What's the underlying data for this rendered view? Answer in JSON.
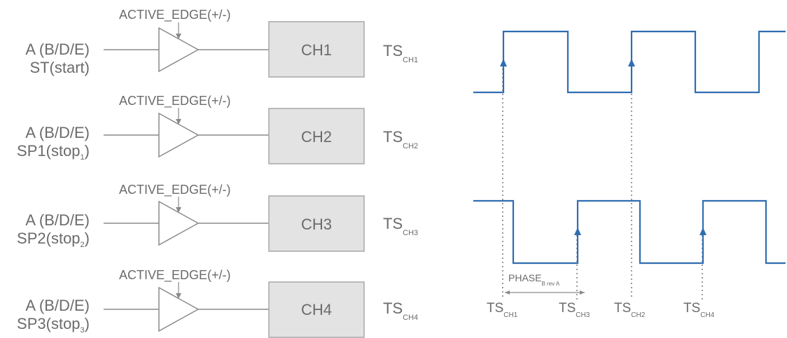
{
  "colors": {
    "line": "#8a8a8a",
    "box_fill": "#e3e3e3",
    "box_stroke": "#a7a7a7",
    "text": "#6b6b6b",
    "signal": "#2f6db0",
    "dots": "#9a9a9a"
  },
  "channels": [
    {
      "input_line1": "A (B/D/E)",
      "input_main": "ST(start)",
      "input_sub": "",
      "input_tail": "",
      "edge_label": "ACTIVE_EDGE(+/-)",
      "channel": "CH1",
      "ts_main": "TS",
      "ts_sub": "CH1"
    },
    {
      "input_line1": "A (B/D/E)",
      "input_main": "SP1(stop",
      "input_sub": "1",
      "input_tail": ")",
      "edge_label": "ACTIVE_EDGE(+/-)",
      "channel": "CH2",
      "ts_main": "TS",
      "ts_sub": "CH2"
    },
    {
      "input_line1": "A (B/D/E)",
      "input_main": "SP2(stop",
      "input_sub": "2",
      "input_tail": ")",
      "edge_label": "ACTIVE_EDGE(+/-)",
      "channel": "CH3",
      "ts_main": "TS",
      "ts_sub": "CH3"
    },
    {
      "input_line1": "A (B/D/E)",
      "input_main": "SP3(stop",
      "input_sub": "3",
      "input_tail": ")",
      "edge_label": "ACTIVE_EDGE(+/-)",
      "channel": "CH4",
      "ts_main": "TS",
      "ts_sub": "CH4"
    }
  ],
  "waveform": {
    "ts_labels": [
      {
        "main": "TS",
        "sub": "CH1"
      },
      {
        "main": "TS",
        "sub": "CH3"
      },
      {
        "main": "TS",
        "sub": "CH2"
      },
      {
        "main": "TS",
        "sub": "CH4"
      }
    ],
    "phase": {
      "main": "PHASE",
      "sub": "B rev A"
    }
  }
}
